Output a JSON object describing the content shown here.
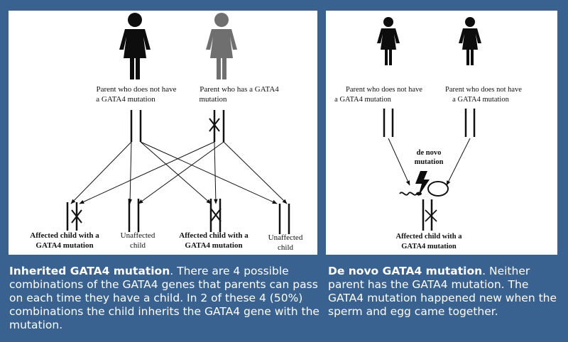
{
  "left_panel": {
    "parent1_label_1": "Parent who does not have",
    "parent1_label_2": "a GATA4 mutation",
    "parent2_label_1": "Parent who has a GATA4",
    "parent2_label_2": "mutation",
    "child1_label_1": "Affected child with a",
    "child1_label_2": "GATA4 mutation",
    "child2_label_1": "Unaffected",
    "child2_label_2": "child",
    "child3_label_1": "Affected child with a",
    "child3_label_2": "GATA4 mutation",
    "child4_label_1": "Unaffected",
    "child4_label_2": "child"
  },
  "right_panel": {
    "parent1_label_1": "Parent who does not have",
    "parent1_label_2": "a GATA4 mutation",
    "parent2_label_1": "Parent who does not have",
    "parent2_label_2": "a GATA4 mutation",
    "denovo_label_1": "de novo",
    "denovo_label_2": "mutation",
    "child_label_1": "Affected child with a",
    "child_label_2": "GATA4 mutation"
  },
  "captions": {
    "left_title": "Inherited GATA4 mutation",
    "left_body": ". There are 4 possible combinations of the GATA4 genes that parents can pass on each time they have a child. In 2 of these 4 (50%) combinations the child inherits the GATA4 gene with the mutation.",
    "right_title": "De novo GATA4 mutation",
    "right_body": ".  Neither parent has the GATA4 mutation. The GATA4 mutation happened new when the sperm and egg came together."
  },
  "colors": {
    "background": "#3a6291",
    "unaffected_parent": "#0d0d0d",
    "affected_parent": "#6f6f6f"
  }
}
